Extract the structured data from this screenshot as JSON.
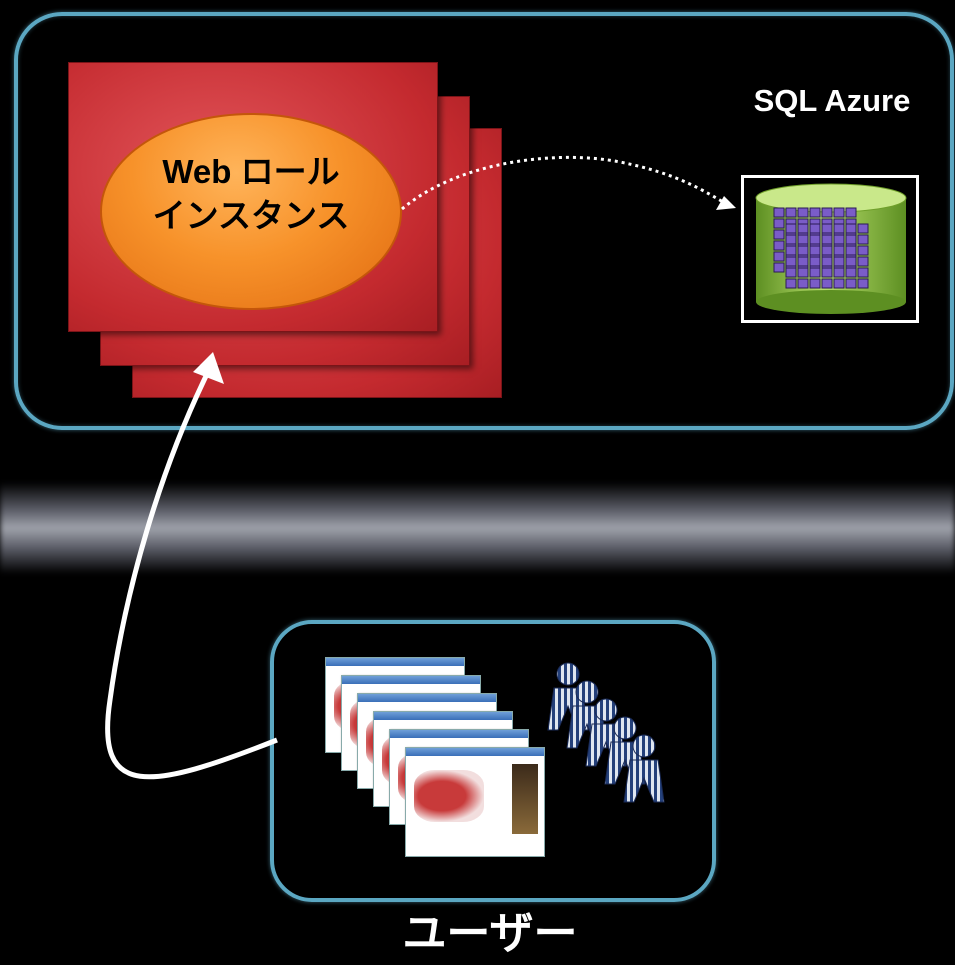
{
  "role": {
    "line1": "Web ロール",
    "line2": "インスタンス"
  },
  "sql": {
    "title": "SQL Azure"
  },
  "users": {
    "label": "ユーザー"
  },
  "colors": {
    "background": "#000000",
    "box_border": "#5ba7c2",
    "role_card": "#c42a2f",
    "role_ellipse": "#f7922a",
    "db_cylinder": "#8dbf3a",
    "db_grid": "#6a4fb8"
  },
  "icons": [
    "cloud-layer",
    "database-icon",
    "browser-window-icon",
    "people-icon"
  ]
}
